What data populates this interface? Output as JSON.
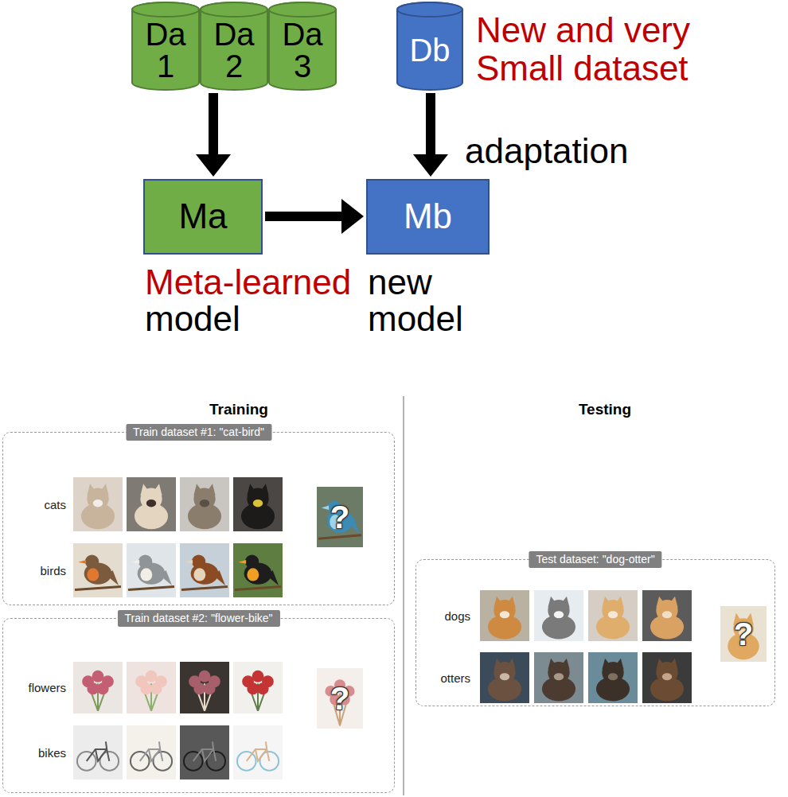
{
  "diagram": {
    "nodes": [
      {
        "text": [
          "Da 1"
        ]
      },
      {
        "text": [
          "Da 2"
        ]
      },
      {
        "text": [
          "Da 3"
        ]
      },
      {
        "text": [
          "Db"
        ]
      },
      {
        "text": [
          "Ma",
          "Meta-learned",
          "model"
        ]
      },
      {
        "text": [
          "Mb",
          "new model"
        ]
      },
      {
        "text": [
          "Train dataset #1: \"cat-bird\"",
          "cats",
          "birds"
        ]
      },
      {
        "text": [
          "Train dataset #2: \"flower-bike\"",
          "flowers",
          "bikes"
        ]
      },
      {
        "text": [
          "Test dataset: \"dog-otter\"",
          "dogs",
          "otters"
        ]
      }
    ],
    "edges": [
      {
        "from": 1,
        "to": 4,
        "arrow": "to"
      },
      {
        "from": 3,
        "to": 5,
        "label": "adaptation",
        "arrow": "to"
      },
      {
        "from": 4,
        "to": 5,
        "arrow": "to"
      }
    ],
    "labels": [
      "New and very Small dataset",
      "Training",
      "Testing",
      "?",
      "?",
      "?"
    ]
  }
}
